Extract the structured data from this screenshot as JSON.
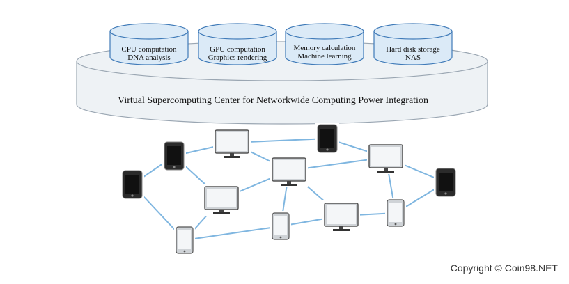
{
  "platform": {
    "label": "Virtual Supercomputing Center for Networkwide Computing Power Integration",
    "fill": "#eef2f5",
    "stroke": "#9aa6b2"
  },
  "resources": [
    {
      "line1": "CPU computation",
      "line2": "DNA analysis"
    },
    {
      "line1": "GPU computation",
      "line2": "Graphics rendering"
    },
    {
      "line1": "Memory calculation",
      "line2": "Machine learning"
    },
    {
      "line1": "Hard disk storage",
      "line2": "NAS"
    }
  ],
  "cylinder_style": {
    "fill": "#dbeaf7",
    "stroke": "#3f7ab8"
  },
  "devices": [
    {
      "id": "d1",
      "kind": "phone"
    },
    {
      "id": "d2",
      "kind": "phone"
    },
    {
      "id": "d3",
      "kind": "monitor"
    },
    {
      "id": "d4",
      "kind": "phone"
    },
    {
      "id": "d5",
      "kind": "monitor"
    },
    {
      "id": "d6",
      "kind": "monitor"
    },
    {
      "id": "d7",
      "kind": "phone"
    },
    {
      "id": "d8",
      "kind": "monitor"
    },
    {
      "id": "d9",
      "kind": "tablet"
    },
    {
      "id": "d10",
      "kind": "monitor"
    },
    {
      "id": "d11",
      "kind": "tablet"
    },
    {
      "id": "d12",
      "kind": "tablet"
    }
  ],
  "links_color": "#7fb6e0",
  "copyright": "Copyright © Coin98.NET"
}
